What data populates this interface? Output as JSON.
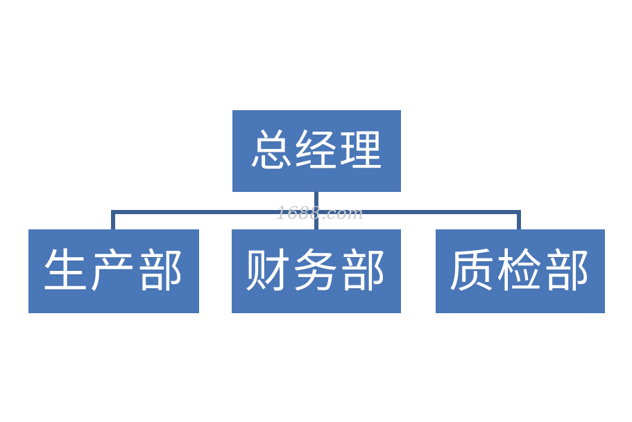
{
  "chart_data": {
    "type": "diagram",
    "diagram_type": "organizational-chart",
    "orientation": "top-down",
    "title": "",
    "nodes": [
      {
        "id": "root",
        "label": "总经理",
        "level": 0
      },
      {
        "id": "child-0",
        "label": "生产部",
        "level": 1
      },
      {
        "id": "child-1",
        "label": "财务部",
        "level": 1
      },
      {
        "id": "child-2",
        "label": "质检部",
        "level": 1
      }
    ],
    "edges": [
      {
        "from": "root",
        "to": "child-0"
      },
      {
        "from": "root",
        "to": "child-1"
      },
      {
        "from": "root",
        "to": "child-2"
      }
    ],
    "colors": {
      "node_fill": "#4a77b8",
      "node_text": "#ffffff",
      "connector": "#3c5f93",
      "background": "#ffffff",
      "watermark_text": "#c9cbcd"
    }
  },
  "chart": {
    "root": {
      "label": "总经理"
    },
    "children": [
      {
        "label": "生产部"
      },
      {
        "label": "财务部"
      },
      {
        "label": "质检部"
      }
    ]
  },
  "watermark": {
    "text": "1688.com"
  }
}
